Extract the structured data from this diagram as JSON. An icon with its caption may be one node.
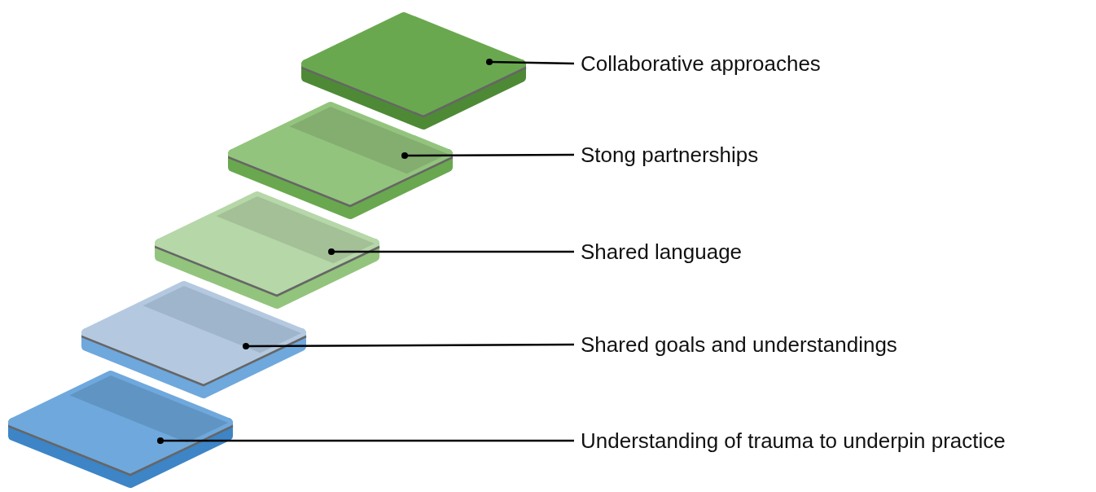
{
  "diagram": {
    "nodes": [
      {
        "text": [],
        "shape": "tile"
      },
      {
        "text": [],
        "shape": "tile"
      },
      {
        "text": [],
        "shape": "tile"
      },
      {
        "text": [],
        "shape": "tile"
      },
      {
        "text": [],
        "shape": "tile"
      },
      {
        "text": [
          "Collaborative approaches"
        ]
      },
      {
        "text": [
          "Stong partnerships"
        ]
      },
      {
        "text": [
          "Shared language"
        ]
      },
      {
        "text": [
          "Shared goals and understandings"
        ]
      },
      {
        "text": [
          "Understanding of trauma to underpin practice"
        ]
      }
    ],
    "edges": [
      {
        "from": 5,
        "to": 0,
        "arrow": "other"
      },
      {
        "from": 6,
        "to": 1,
        "arrow": "other"
      },
      {
        "from": 7,
        "to": 2,
        "arrow": "other"
      },
      {
        "from": 8,
        "to": 3,
        "arrow": "other"
      },
      {
        "from": 9,
        "to": 4,
        "arrow": "other"
      }
    ]
  }
}
